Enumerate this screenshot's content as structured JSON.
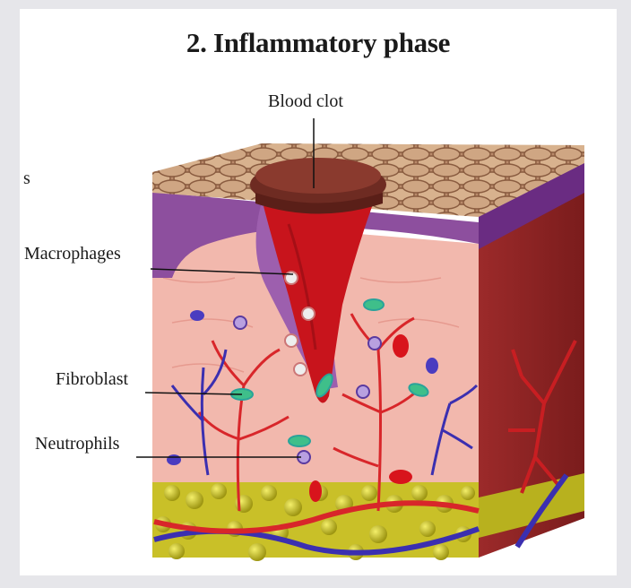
{
  "title": "2. Inflammatory phase",
  "stray_text": "s",
  "labels": {
    "blood_clot": "Blood clot",
    "macrophages": "Macrophages",
    "fibroblast": "Fibroblast",
    "neutrophils": "Neutrophils"
  },
  "colors": {
    "dermis": "#f2b8ad",
    "epidermis": "#8d4f9e",
    "clot": "#c8141c",
    "scab": "#6e2b22",
    "fat": "#d6cd2a",
    "artery": "#d8262a",
    "vein": "#3b2fb0"
  }
}
